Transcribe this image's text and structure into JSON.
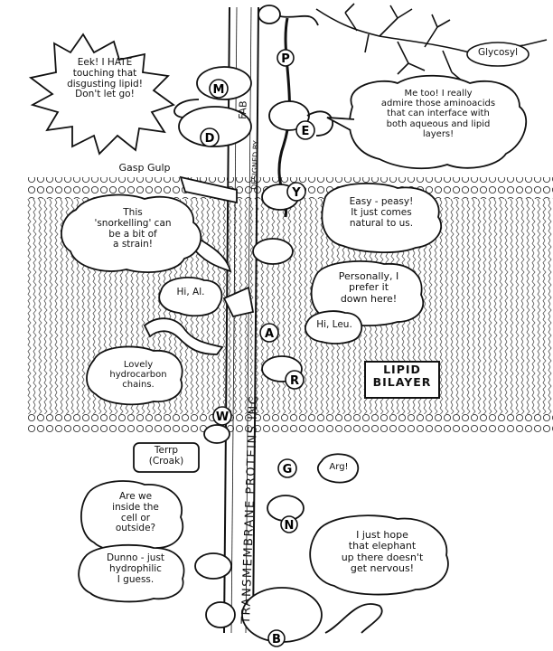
{
  "speech": {
    "eek": "Eek! I HATE\ntouching that\ndisgusting lipid!\nDon't let go!",
    "metoo": "Me too! I really\nadmire those aminoacids\nthat can interface with\nboth aqueous and lipid\nlayers!",
    "gasp": "Gasp Gulp",
    "snorkel": "This\n'snorkelling' can\nbe a bit of\na strain!",
    "easy": "Easy - peasy!\nIt just comes\nnatural to us.",
    "hi_al": "Hi, Al.",
    "prefer": "Personally, I\nprefer it\ndown here!",
    "hi_leu": "Hi, Leu.",
    "lovely": "Lovely\nhydrocarbon\nchains.",
    "terrp": "Terrp\n(Croak)",
    "arg": "Arg!",
    "inside": "Are we\ninside the\ncell or\noutside?",
    "hope": "I just hope\nthat elephant\nup there doesn't\nget nervous!",
    "dunno": "Dunno - just\nhydrophilic\nI guess."
  },
  "labels": {
    "glycosyl": "Glycosyl",
    "lipid_bilayer": "LIPID\nBILAYER",
    "rope_title": "TRANSMEMBRANE PROTEINS INC",
    "designed": "DESIGNED BY",
    "designer": "FAB"
  },
  "letters": [
    "M",
    "P",
    "D",
    "E",
    "Y",
    "A",
    "R",
    "W",
    "G",
    "N",
    "B"
  ]
}
